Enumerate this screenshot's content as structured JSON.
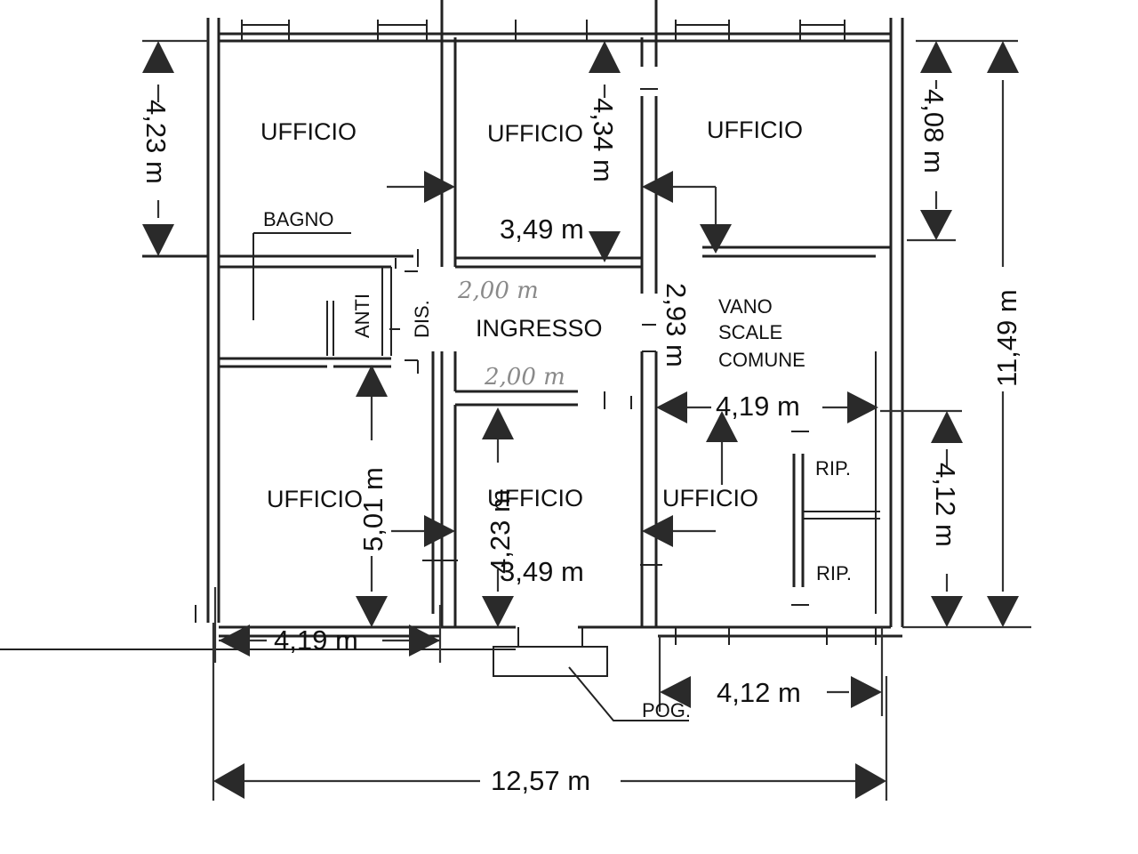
{
  "rooms": {
    "office_top_left": "UFFICIO",
    "office_top_center": "UFFICIO",
    "office_top_right": "UFFICIO",
    "bathroom": "BAGNO",
    "anteroom": "ANTI",
    "closet": "DIS.",
    "entrance": "INGRESSO",
    "stairwell_line1": "VANO",
    "stairwell_line2": "SCALE",
    "stairwell_line3": "COMUNE",
    "office_bottom_left": "UFFICIO",
    "office_bottom_center": "UFFICIO",
    "office_bottom_right": "UFFICIO",
    "storage_upper": "RIP.",
    "storage_lower": "RIP.",
    "balcony": "POG."
  },
  "dimensions": {
    "top_left_height": "4,23 m",
    "top_center_height": "4,34 m",
    "top_right_height": "4,08 m",
    "total_height": "11,49 m",
    "top_center_width": "3,49 m",
    "entrance_height": "2,93 m",
    "entrance_width_top": "2,00 m",
    "entrance_width_bottom": "2,00 m",
    "stair_width": "4,19 m",
    "bottom_left_height": "5,01 m",
    "bottom_center_height": "4,23 m",
    "bottom_center_width": "3,49 m",
    "bottom_right_height": "4,12 m",
    "bottom_left_width": "4,19 m",
    "bottom_right_width": "4,12 m",
    "total_width": "12,57 m"
  }
}
